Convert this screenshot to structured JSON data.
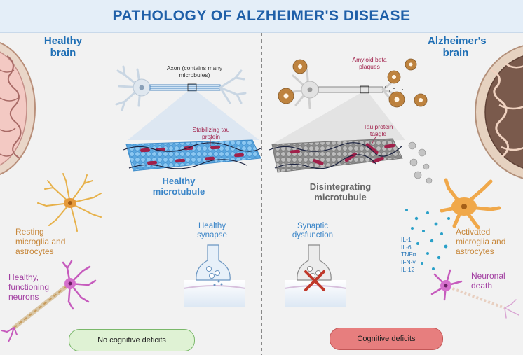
{
  "title": "PATHOLOGY OF ALZHEIMER'S DISEASE",
  "healthy": {
    "heading": "Healthy brain",
    "axon_label": "Axon (contains many microbules)",
    "tau_label": "Stabilizing tau protein",
    "microtubule_label": "Healthy microtubule",
    "glia_label": "Resting microglia and astrocytes",
    "synapse_label": "Healthy synapse",
    "neuron_label": "Healthy, functioning neurons",
    "outcome": "No cognitive deficits"
  },
  "alzheimers": {
    "heading": "Alzheimer's brain",
    "plaques_label": "Amyloid beta plaques",
    "tangle_label": "Tau protein tangle",
    "microtubule_label": "Disintegrating microtubule",
    "synapse_label": "Synaptic dysfunction",
    "cytokines": [
      "IL-1",
      "IL-6",
      "TNFα",
      "IFN-γ",
      "IL-12"
    ],
    "glia_label": "Activated microglia and astrocytes",
    "neuron_label": "Neuronal death",
    "outcome": "Cognitive deficits"
  },
  "colors": {
    "title": "#1f5fa8",
    "healthy_heading": "#1f6fb5",
    "tau": "#a0204a",
    "microtubule_healthy": "#5aa7e0",
    "microtubule_disintegrating": "#9a9a9a",
    "glia": "#c7873a",
    "neuron": "#a23ea1",
    "cytokine": "#2aa0c8",
    "outcome_good": "#dff2d4",
    "outcome_bad": "#e77e7e"
  }
}
